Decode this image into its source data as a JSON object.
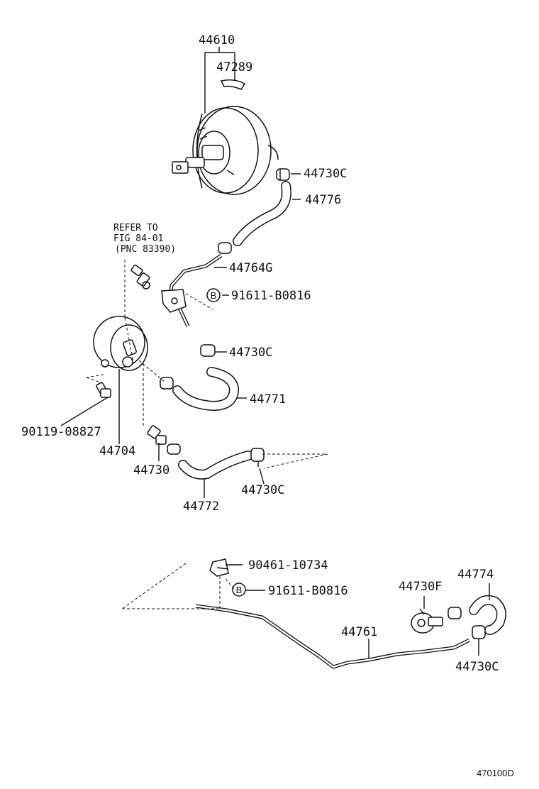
{
  "parts": {
    "p44610": "44610",
    "p47289": "47289",
    "p44730c_a": "44730C",
    "p44776": "44776",
    "p44764g": "44764G",
    "p91611_a": "91611-B0816",
    "p44730c_b": "44730C",
    "p44771": "44771",
    "p90119": "90119-08827",
    "p44704": "44704",
    "p44730": "44730",
    "p44730c_c": "44730C",
    "p44772": "44772",
    "p90461": "90461-10734",
    "p91611_b": "91611-B0816",
    "p44730f": "44730F",
    "p44774": "44774",
    "p44761": "44761",
    "p44730c_d": "44730C"
  },
  "reference": {
    "line1": "REFER TO",
    "line2": "FIG 84-01",
    "line3": "(PNC 83390)"
  },
  "bolt_marker": "B",
  "figure_code": "470100D"
}
